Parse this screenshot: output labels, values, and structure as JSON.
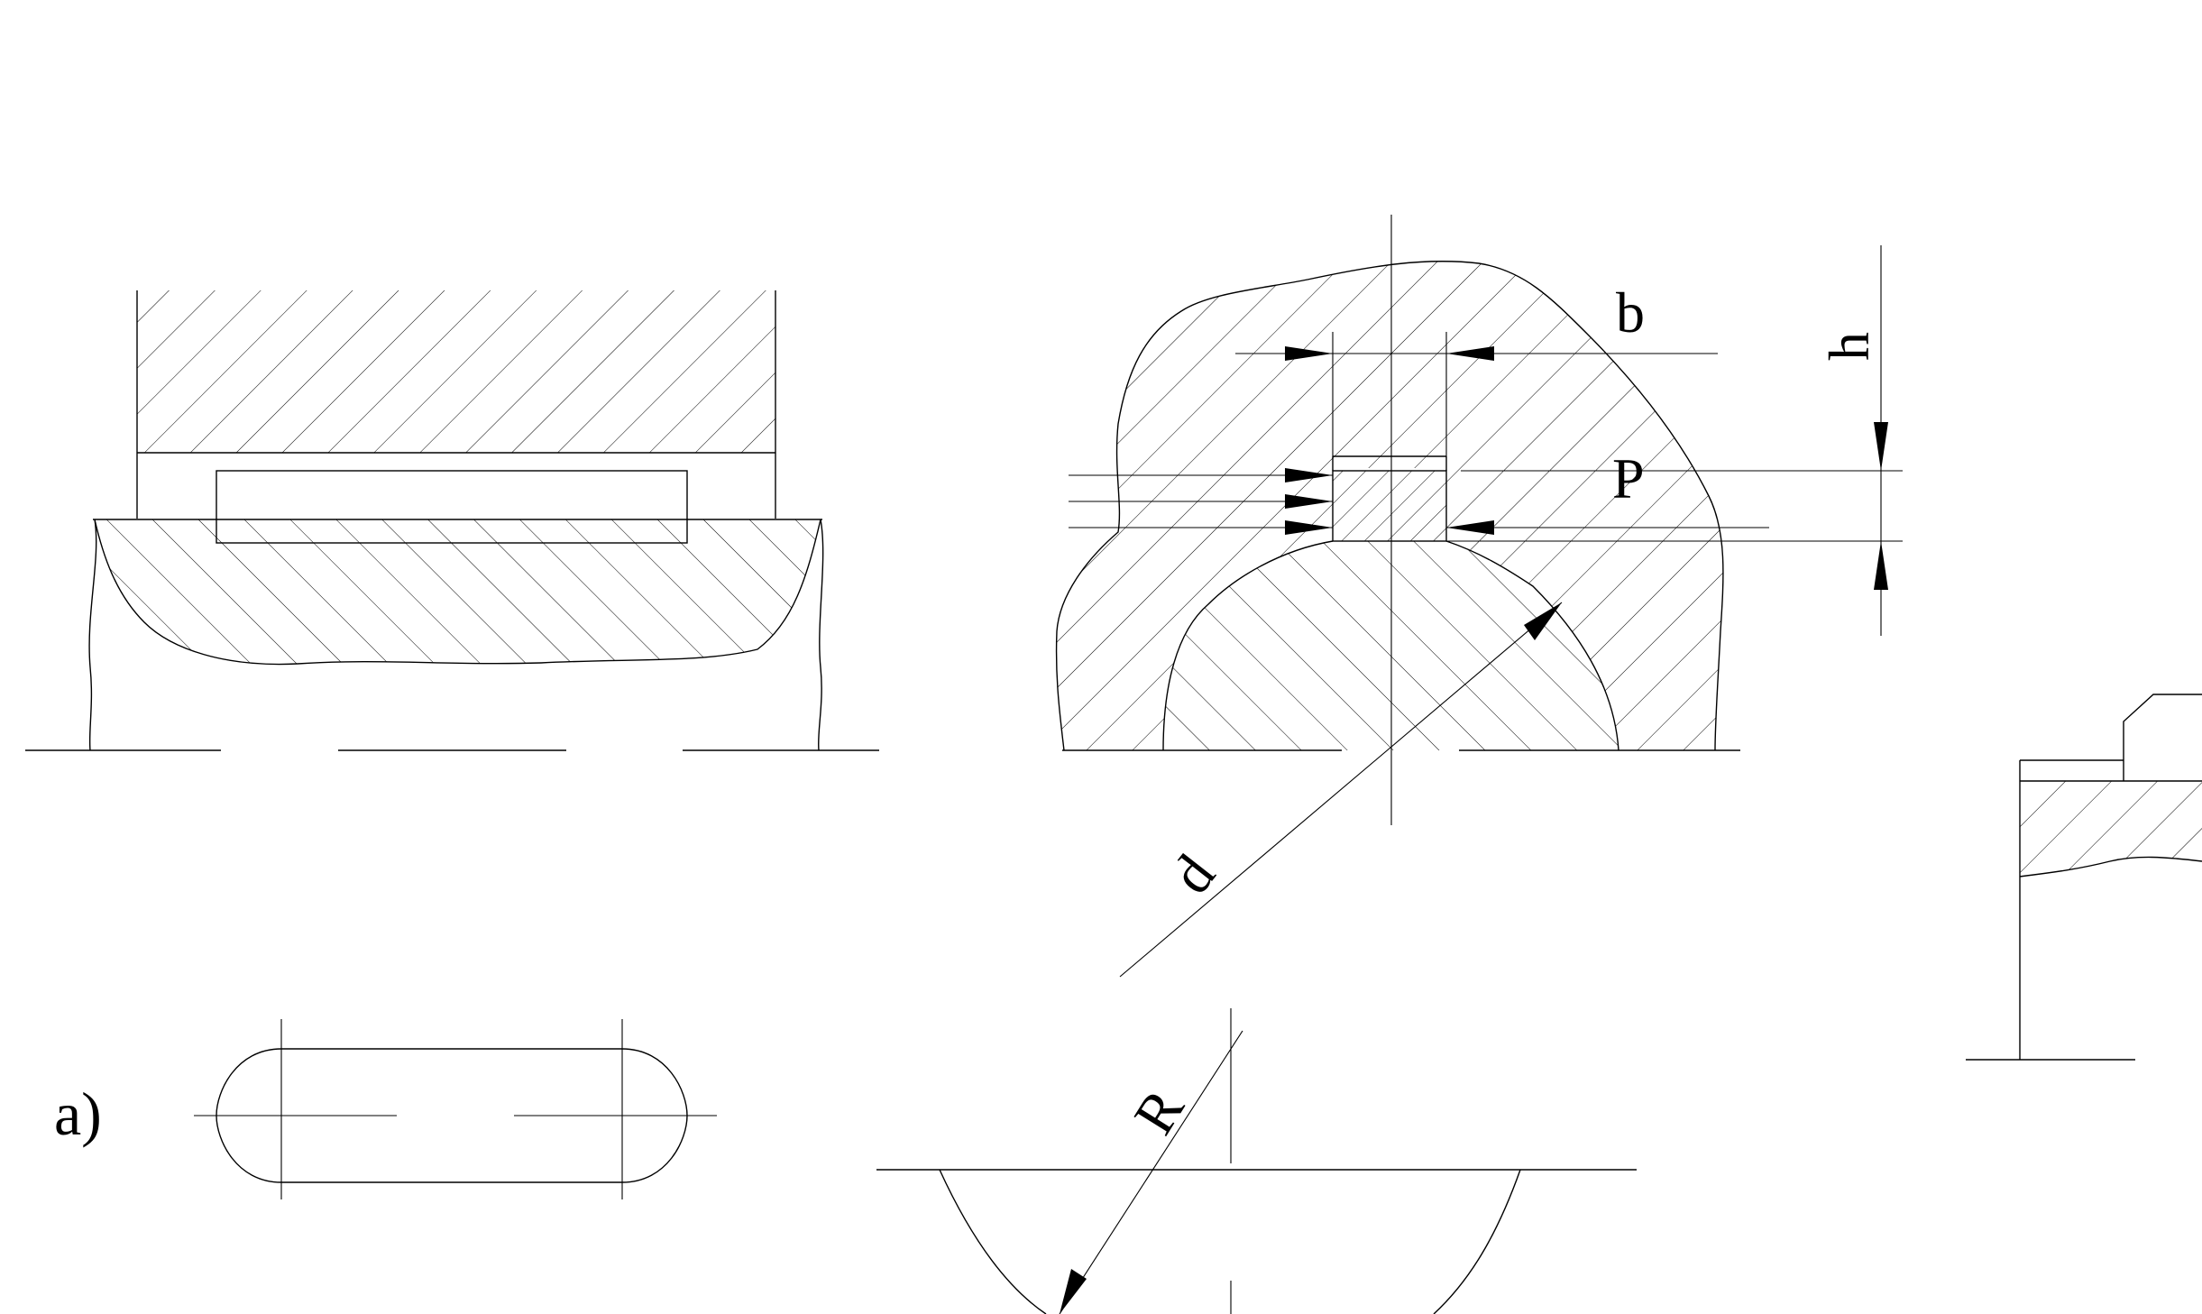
{
  "labels": {
    "width": "b",
    "height": "h",
    "force": "P",
    "diameter": "d",
    "radius": "R",
    "view_a": "a)"
  }
}
